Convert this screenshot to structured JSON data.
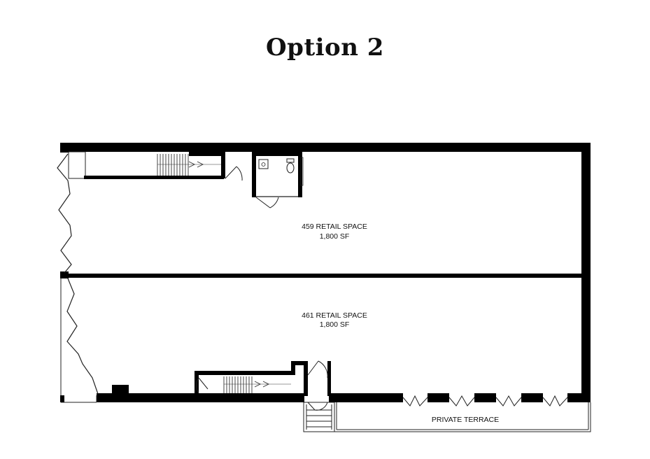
{
  "title": "Option 2",
  "rooms": [
    {
      "name": "459 RETAIL SPACE",
      "area": "1,800 SF"
    },
    {
      "name": "461 RETAIL SPACE",
      "area": "1,800 SF"
    }
  ],
  "terrace": {
    "label": "PRIVATE TERRACE"
  },
  "colors": {
    "wall": "#000000",
    "line": "#222222",
    "background": "#ffffff"
  }
}
